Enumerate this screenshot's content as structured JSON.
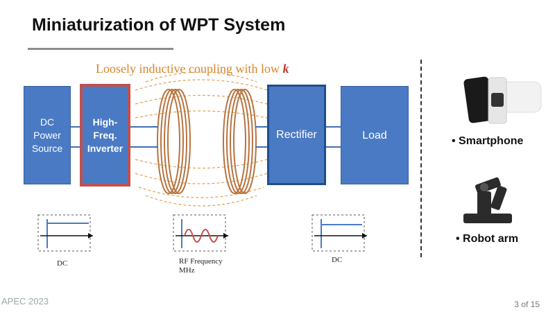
{
  "slide": {
    "title": "Miniaturization of WPT System",
    "coupling_text": "Loosely inductive coupling with low ",
    "coupling_var": "k",
    "page_number": "3 of 15",
    "footer_logo": "APEC 2023"
  },
  "blocks": {
    "dc_source": "DC\nPower\nSource",
    "inverter": "High-\nFreq.\nInverter",
    "rectifier": "Rectifier",
    "load": "Load"
  },
  "waveforms": {
    "dc_left_label": "DC",
    "rf_label": "RF Frequency\nMHz",
    "dc_right_label": "DC"
  },
  "applications": {
    "smartphone": "• Smartphone",
    "robot_arm": "• Robot arm"
  },
  "colors": {
    "block_blue": "#4a7ac4",
    "inverter_border": "#c0504d",
    "coil_copper": "#b8733e",
    "field_orange": "#e0a050",
    "waveform_red": "#c0504d",
    "waveform_blue": "#4a7ac4"
  }
}
